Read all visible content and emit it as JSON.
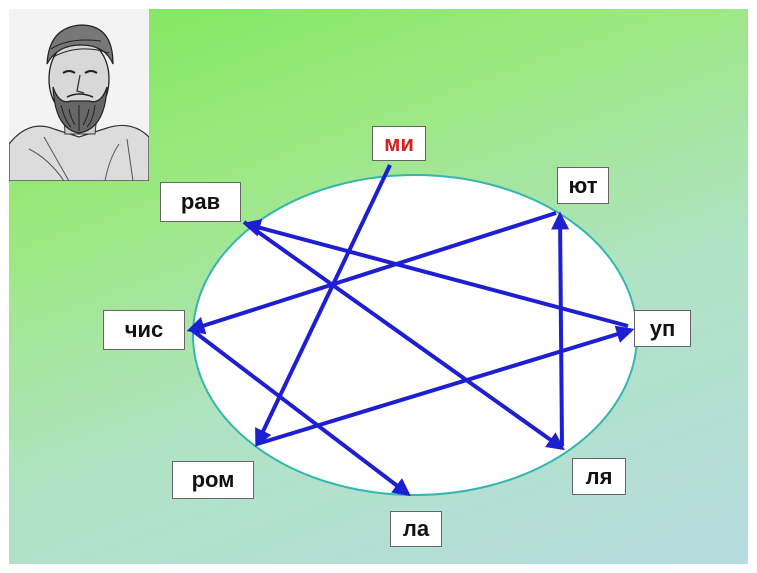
{
  "syllables": {
    "mi": {
      "label": "ми",
      "color": "#d42020"
    },
    "yut": {
      "label": "ют",
      "color": "#111111"
    },
    "up": {
      "label": "уп",
      "color": "#111111"
    },
    "lya": {
      "label": "ля",
      "color": "#111111"
    },
    "la": {
      "label": "ла",
      "color": "#111111"
    },
    "rom": {
      "label": "ром",
      "color": "#111111"
    },
    "chis": {
      "label": "чис",
      "color": "#111111"
    },
    "rav": {
      "label": "рав",
      "color": "#111111"
    }
  },
  "arrows": [
    {
      "from": "mi",
      "to": "rom"
    },
    {
      "from": "rom",
      "to": "up"
    },
    {
      "from": "up",
      "to": "rav"
    },
    {
      "from": "rav",
      "to": "lya"
    },
    {
      "from": "lya",
      "to": "yut"
    },
    {
      "from": "yut",
      "to": "chis"
    },
    {
      "from": "chis",
      "to": "la"
    }
  ],
  "colors": {
    "arrow": "#1e1ed2",
    "ellipse_stroke": "#35b5b0",
    "ellipse_fill": "#ffffff"
  },
  "portrait": {
    "icon": "pythagoras-portrait-icon"
  }
}
